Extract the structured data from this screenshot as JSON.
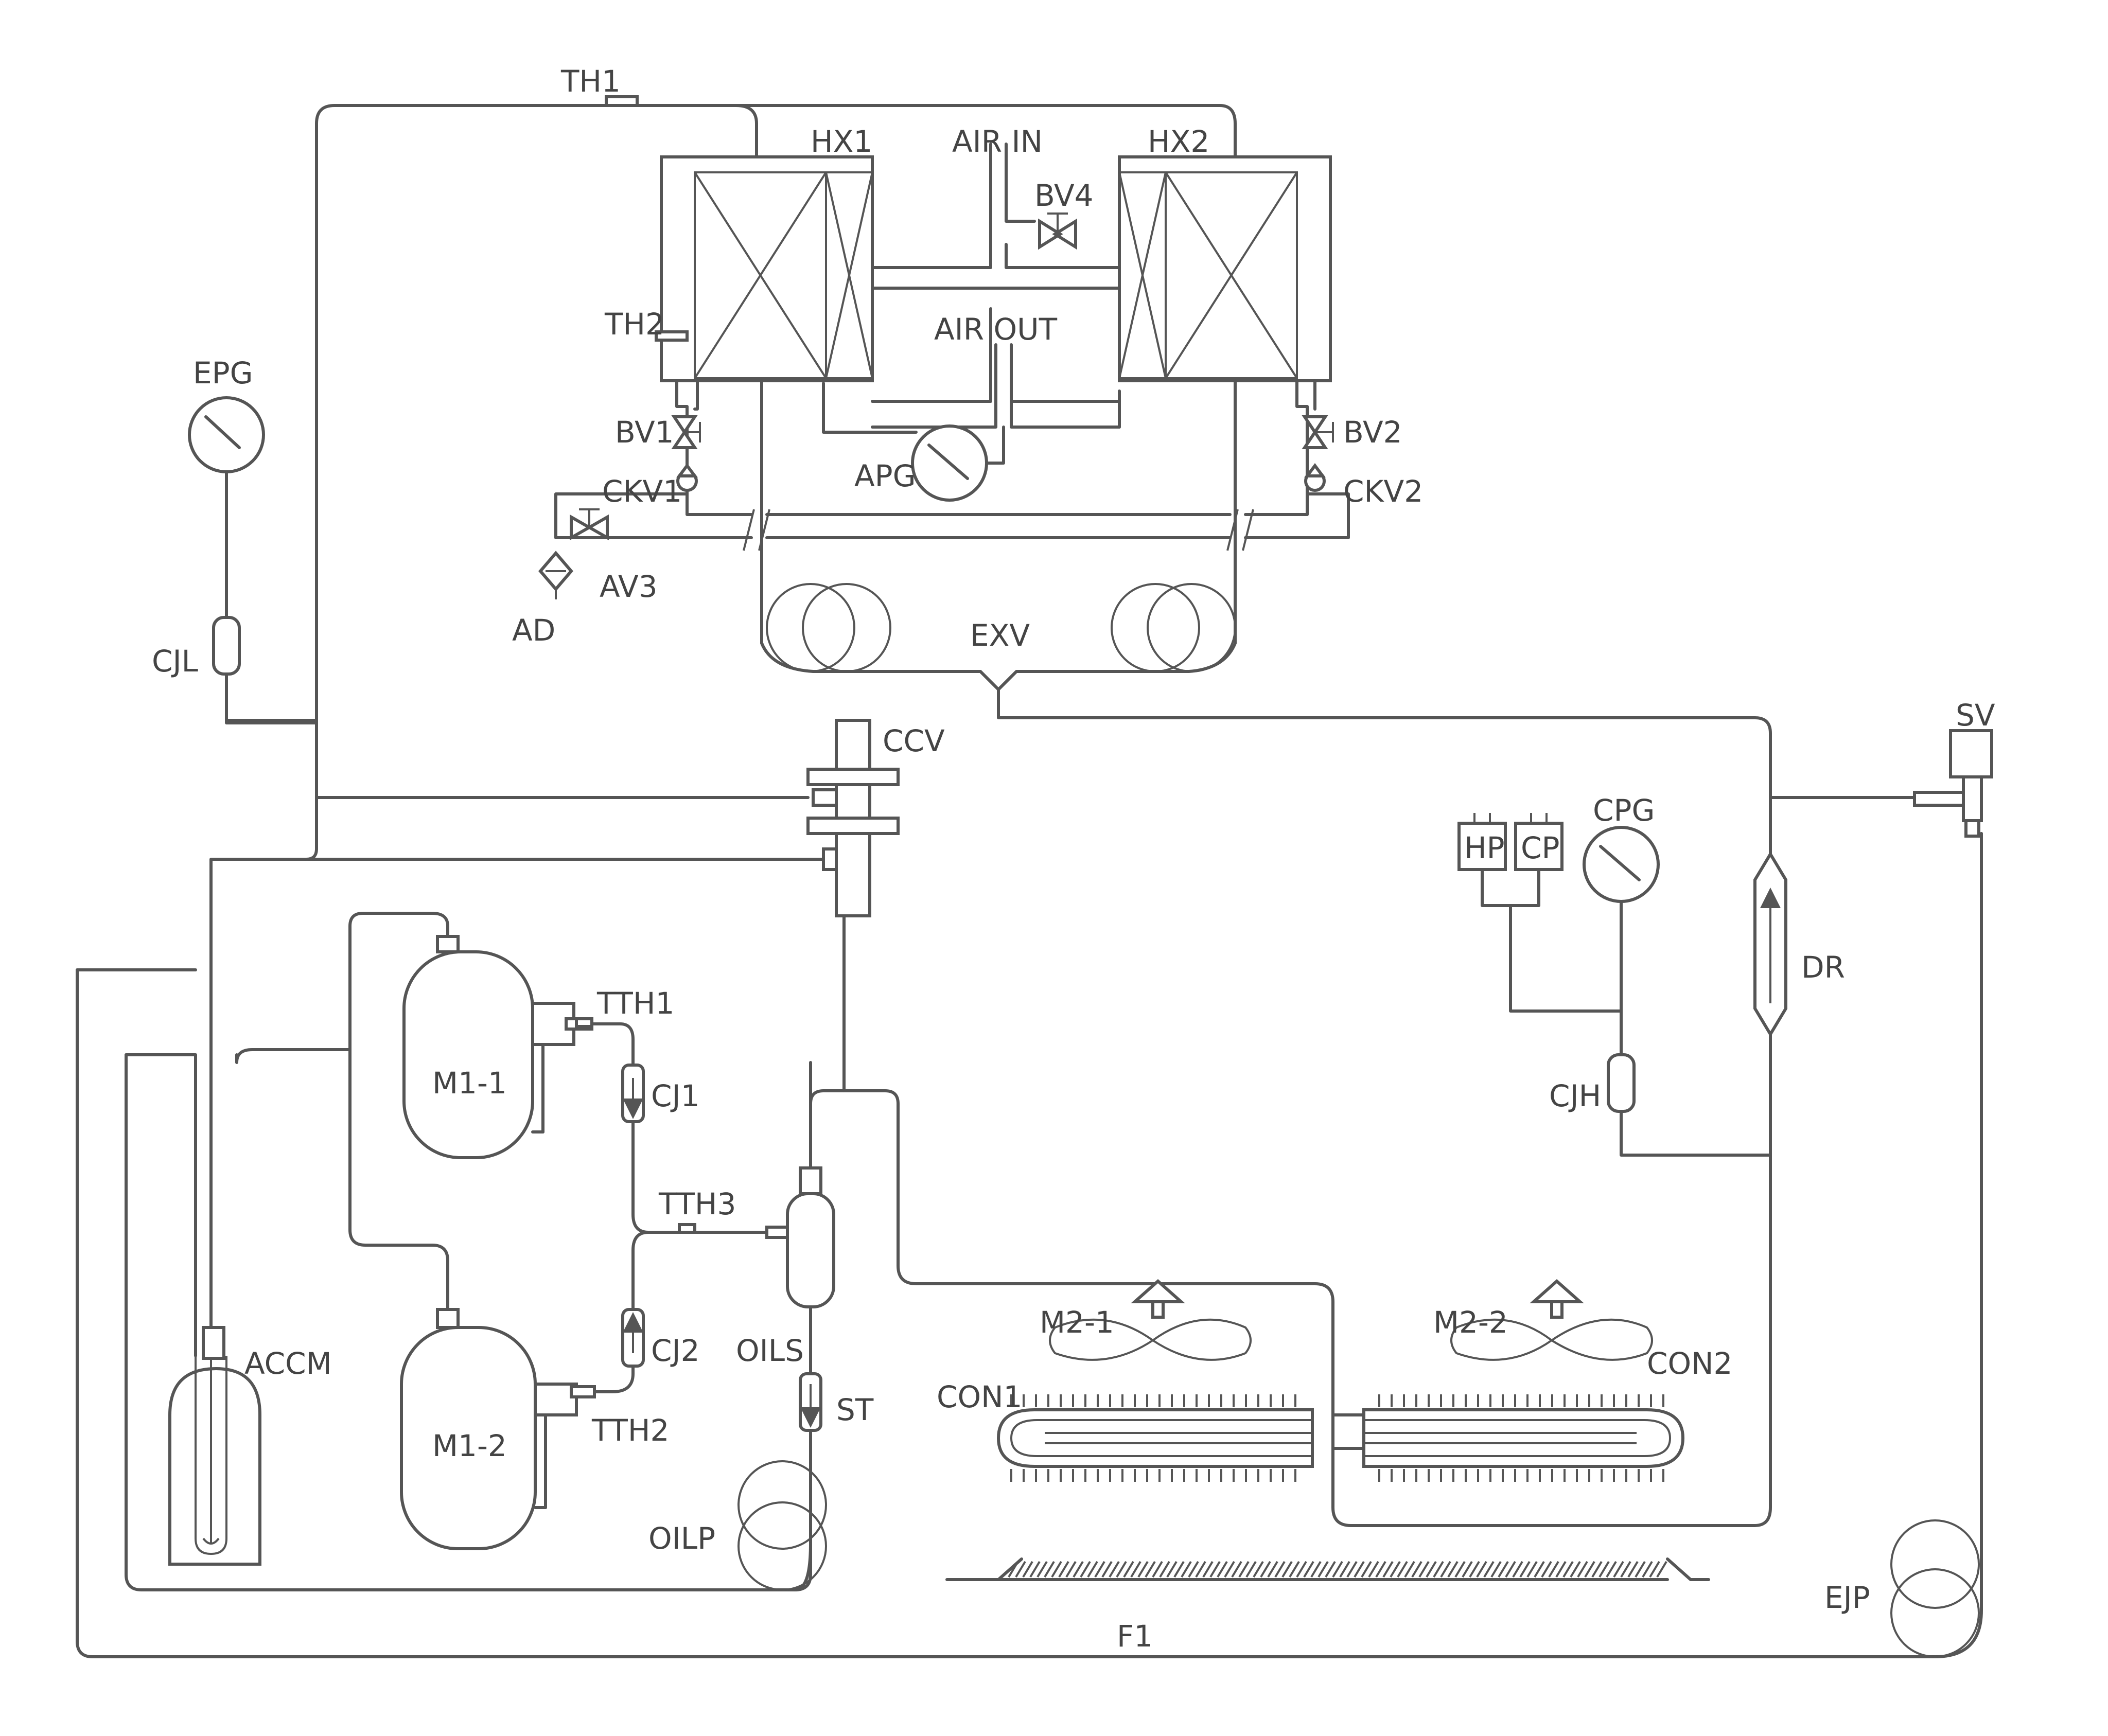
{
  "labels": {
    "th1": "TH1",
    "hx1": "HX1",
    "air_in": "AIR IN",
    "hx2": "HX2",
    "bv4": "BV4",
    "th2": "TH2",
    "air_out": "AIR OUT",
    "epg": "EPG",
    "bv1": "BV1",
    "bv2": "BV2",
    "apg": "APG",
    "ckv1": "CKV1",
    "ckv2": "CKV2",
    "av3": "AV3",
    "ad": "AD",
    "exv": "EXV",
    "cjl": "CJL",
    "ccv": "CCV",
    "sv": "SV",
    "cpg": "CPG",
    "hp": "HP",
    "cp": "CP",
    "dr": "DR",
    "tth1": "TTH1",
    "m1_1": "M1-1",
    "cj1": "CJ1",
    "cjh": "CJH",
    "tth3": "TTH3",
    "m2_1": "M2-1",
    "m2_2": "M2-2",
    "cj2": "CJ2",
    "oils": "OILS",
    "accm": "ACCM",
    "con1": "CON1",
    "con2": "CON2",
    "st": "ST",
    "m1_2": "M1-2",
    "tth2": "TTH2",
    "oilp": "OILP",
    "ejp": "EJP",
    "f1": "F1"
  },
  "colors": {
    "line": "#555555",
    "text": "#444444",
    "background": "#ffffff"
  }
}
